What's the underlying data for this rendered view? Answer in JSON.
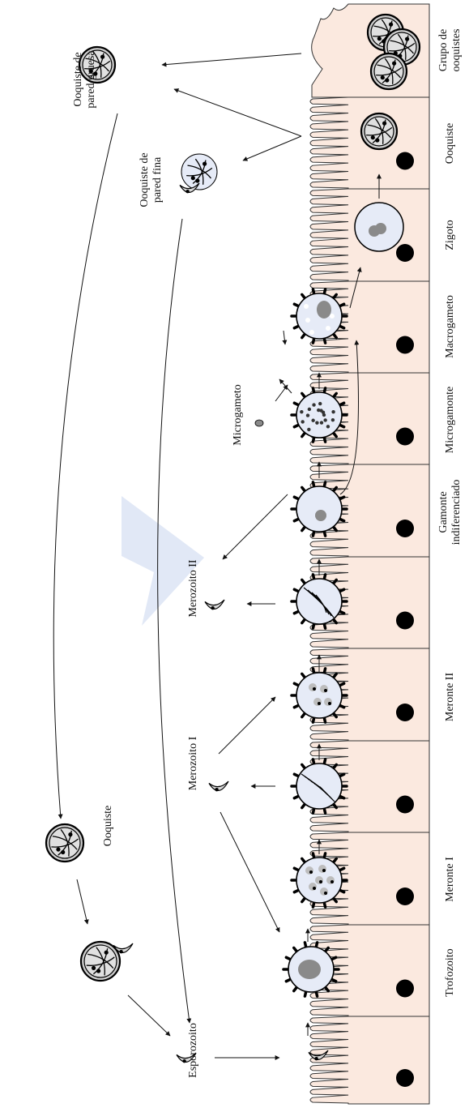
{
  "cell_labels": {
    "grupo_ooquistes": [
      "Grupo de",
      "ooquistes"
    ],
    "ooquiste": "Ooquiste",
    "zigoto": "Zigoto",
    "macrogameto": "Macrogameto",
    "microgamonte": "Microgamonte",
    "gamonte_indiferenciado": [
      "Gamonte",
      "indiferenciado"
    ],
    "meronte_ii": "Meronte II",
    "meronte_i": "Meronte I",
    "trofozoito": "Trofozoito"
  },
  "free_labels": {
    "ooquiste_pared_gruesa": [
      "Ooquiste de",
      "pared gruesa"
    ],
    "ooquiste_pared_fina": [
      "Ooquiste de",
      "pared fina"
    ],
    "microgameto": "Microgameto",
    "merozoito_ii": "Merozoito II",
    "merozoito_i": "Merozoito I",
    "ooquiste_free": "Ooquiste",
    "esporozoito": "Esporozoito"
  },
  "colors": {
    "cell_fill": "#fbe9df",
    "cell_stroke": "#333333",
    "parasite_fill": "#e6ebf7",
    "nucleus": "#000000",
    "granule": "#8a8a8a",
    "watermark": "#c9d6ee"
  }
}
